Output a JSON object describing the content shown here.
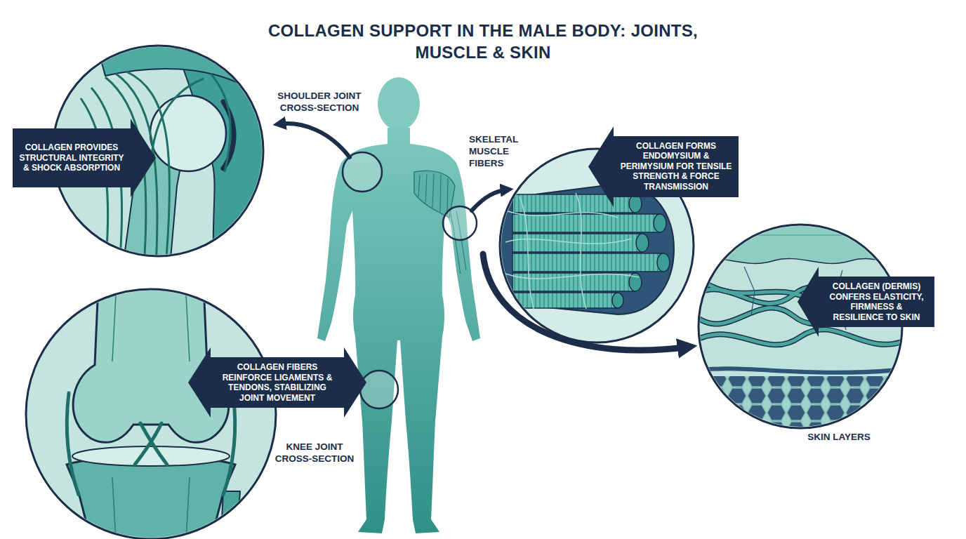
{
  "diagram": {
    "title": "COLLAGEN SUPPORT IN THE MALE BODY: JOINTS, MUSCLE & SKIN",
    "nodes": [
      {
        "text": [
          "COLLAGEN PROVIDES STRUCTURAL INTEGRITY & SHOCK ABSORPTION"
        ]
      },
      {
        "text": [
          "COLLAGEN FORMS ENDOMYSIUM & PERIMYSIUM FOR TENSILE STRENGTH & FORCE TRANSMISSION"
        ]
      },
      {
        "text": [
          "COLLAGEN (DERMIS) CONFERS ELASTICITY, FIRMNESS & RESILIENCE TO SKIN"
        ]
      },
      {
        "text": [
          "COLLAGEN FIBERS REINFORCE LIGAMENTS & TENDONS, STABILIZING JOINT MOVEMENT"
        ]
      }
    ],
    "labels": [
      "SHOULDER JOINT CROSS-SECTION",
      "SKELETAL MUSCLE FIBERS",
      "SKIN LAYERS",
      "KNEE JOINT CROSS-SECTION"
    ]
  }
}
